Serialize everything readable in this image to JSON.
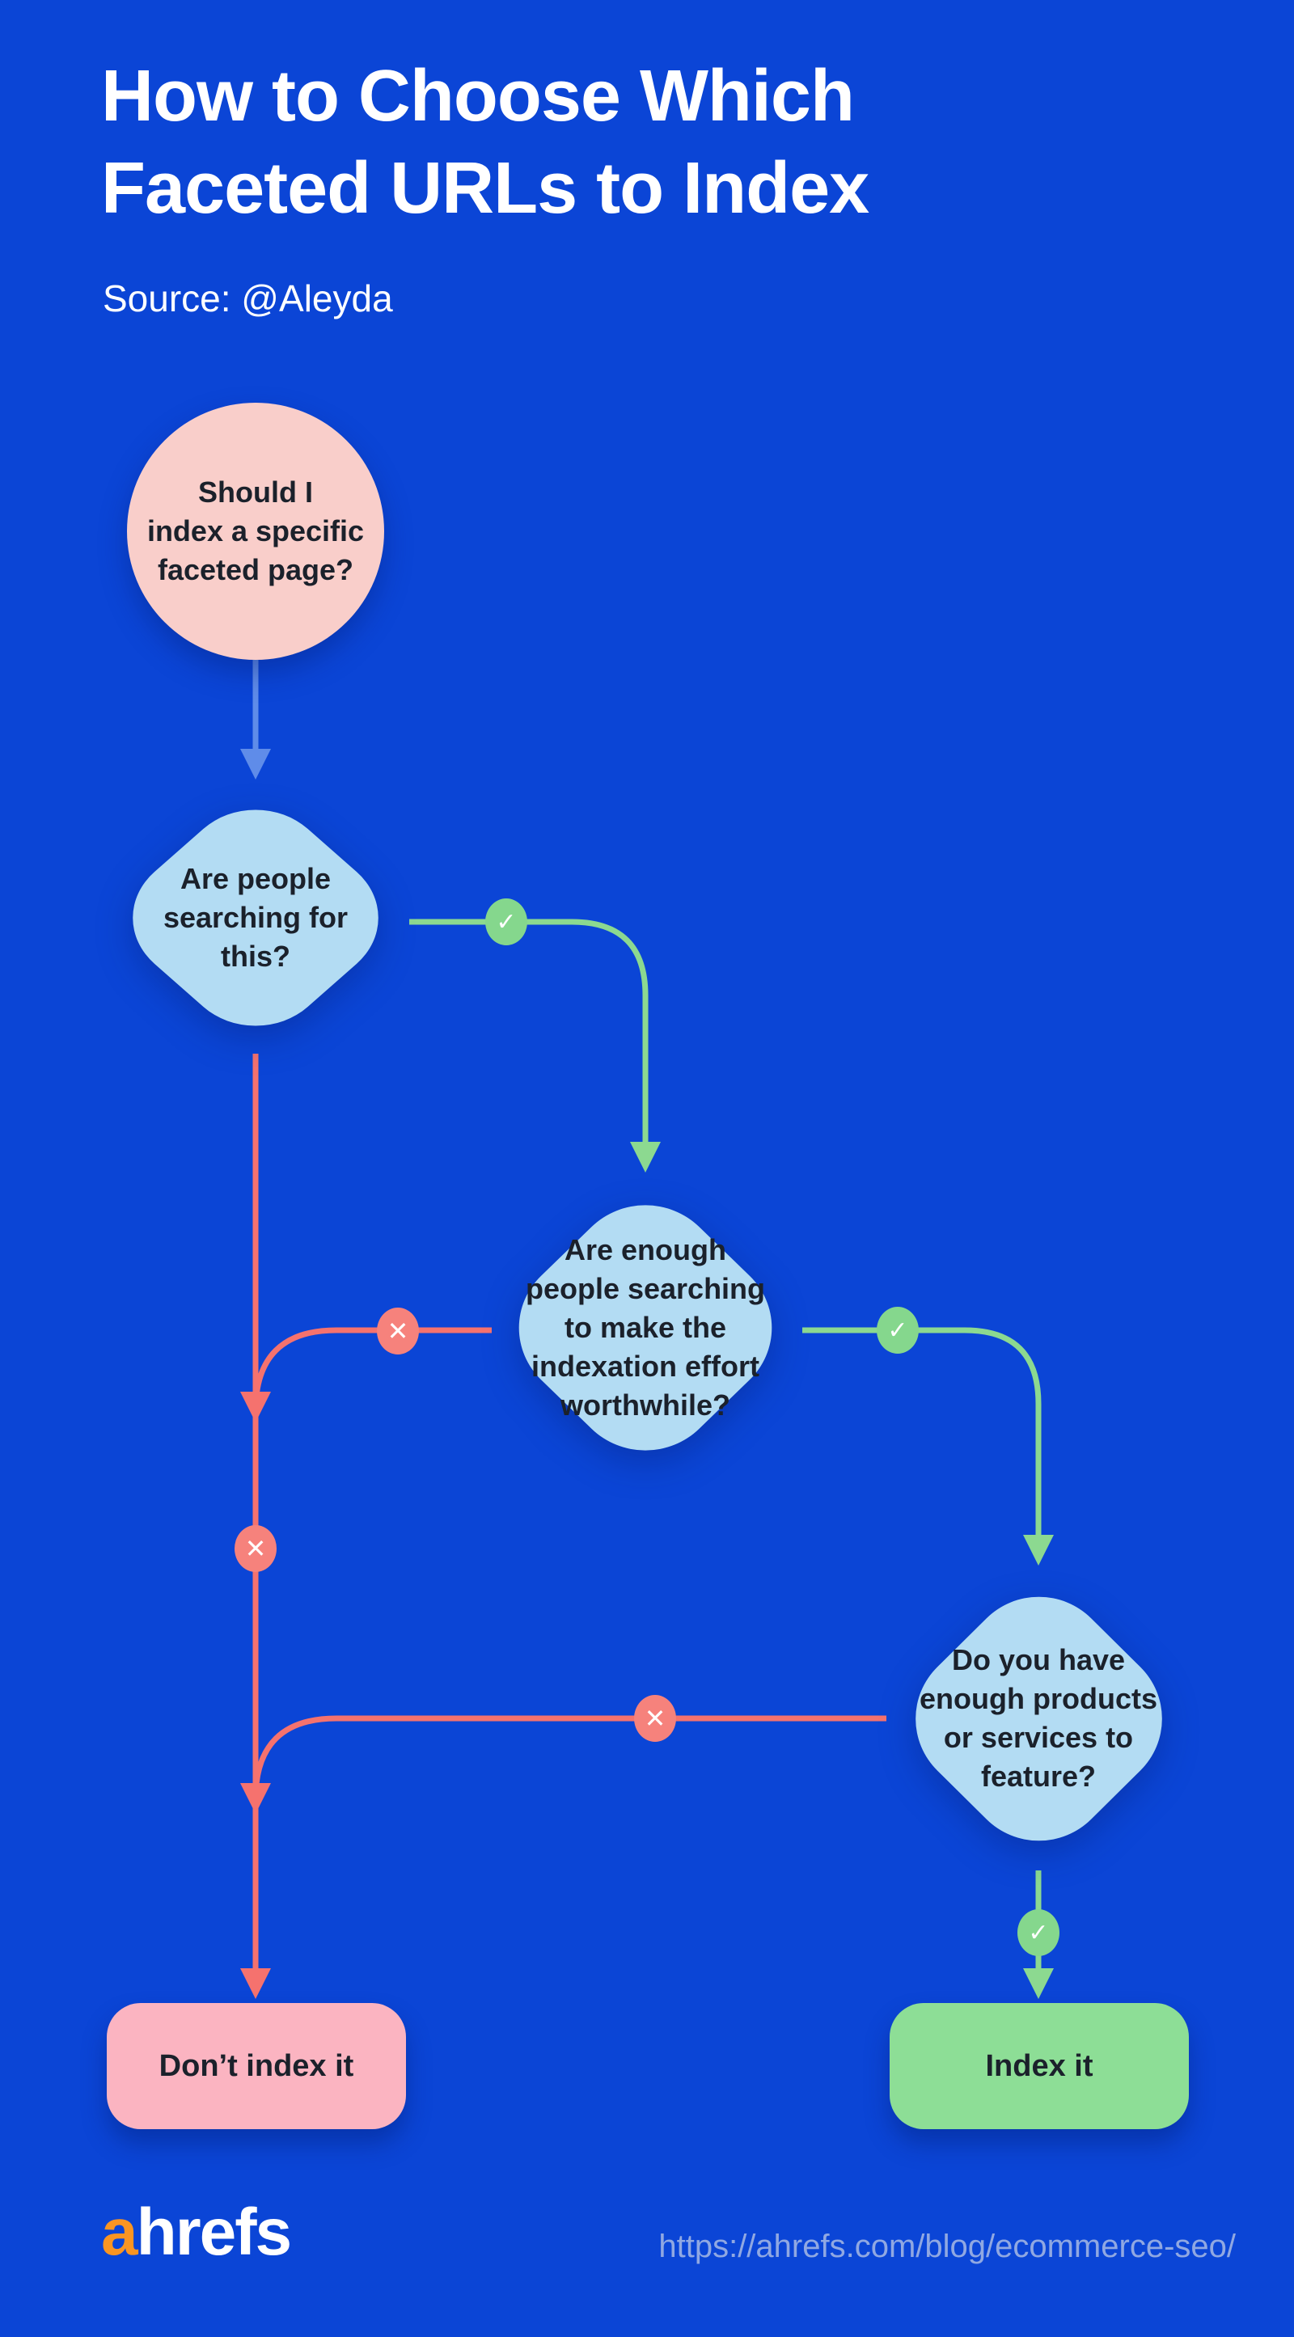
{
  "header": {
    "title_line1": "How to Choose Which",
    "title_line2": "Faceted URLs to Index",
    "source": "Source: @Aleyda"
  },
  "flow": {
    "start_label": "Should I\nindex a specific\nfaceted page?",
    "decision1_label": "Are people\nsearching for\nthis?",
    "decision2_label": "Are enough\npeople searching\nto make the\nindexation effort\nworthwhile?",
    "decision3_label": "Do you have\nenough products\nor services to\nfeature?",
    "outcome_negative": "Don’t index it",
    "outcome_positive": "Index it",
    "yes_glyph": "✓",
    "no_glyph": "✕"
  },
  "footer": {
    "logo_a": "a",
    "logo_rest": "hrefs",
    "url": "https://ahrefs.com/blog/ecommerce-seo/"
  },
  "colors": {
    "background": "#0B45D6",
    "title_text": "#FFFFFF",
    "node_text": "#1B212B",
    "start_circle": "#F9CECA",
    "decision_blob": "#B3DCF3",
    "yes_line": "#8CD990",
    "yes_badge": "#85D78D",
    "no_line": "#F5726E",
    "no_badge": "#F6827C",
    "entry_line": "#5F8CE9",
    "negative_box": "#FBB4C1",
    "positive_box": "#8DDE96",
    "url_text": "#90A8E2",
    "logo_orange": "#FA9522",
    "logo_text": "#FFFFFF"
  }
}
